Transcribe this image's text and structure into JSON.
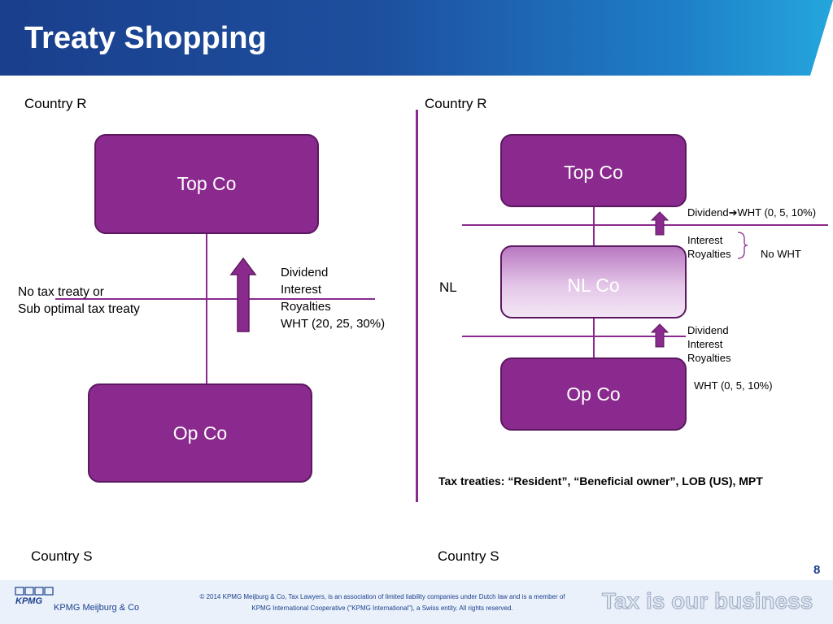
{
  "header": {
    "title": "Treaty Shopping"
  },
  "left": {
    "country_r": "Country R",
    "country_s": "Country S",
    "top_co": "Top Co",
    "op_co": "Op Co",
    "treaty_note_1": "No tax treaty or",
    "treaty_note_2": "Sub optimal tax treaty",
    "flow_1": "Dividend",
    "flow_2": "Interest",
    "flow_3": "Royalties",
    "flow_4": "WHT  (20, 25, 30%)"
  },
  "right": {
    "country_r": "Country R",
    "country_s": "Country S",
    "nl": "NL",
    "top_co": "Top Co",
    "nl_co": "NL Co",
    "op_co": "Op Co",
    "upper_dividend": "Dividend",
    "upper_dividend_wht": "WHT (0, 5, 10%)",
    "upper_interest": "Interest",
    "upper_royalties": "Royalties",
    "no_wht": "No WHT",
    "lower_dividend": "Dividend",
    "lower_interest": "Interest",
    "lower_royalties": "Royalties",
    "lower_wht": "WHT (0, 5, 10%)",
    "treaties_note": "Tax treaties: “Resident”, “Beneficial owner”, LOB (US), MPT"
  },
  "footer": {
    "copyright_line_1": "© 2014 KPMG Meijburg & Co, Tax Lawyers, is an association of limited liability companies under Dutch law and is a member of",
    "copyright_line_2": "KPMG International Cooperative (\"KPMG International\"), a Swiss entity. All rights reserved.",
    "tagline": "Tax is our business",
    "page_number": "8",
    "logo_text": "KPMG",
    "brand": "KPMG Meijburg & Co"
  },
  "colors": {
    "purple": "#8b2a8e",
    "header_dark": "#1a3f8c",
    "header_light": "#24a6dc"
  }
}
